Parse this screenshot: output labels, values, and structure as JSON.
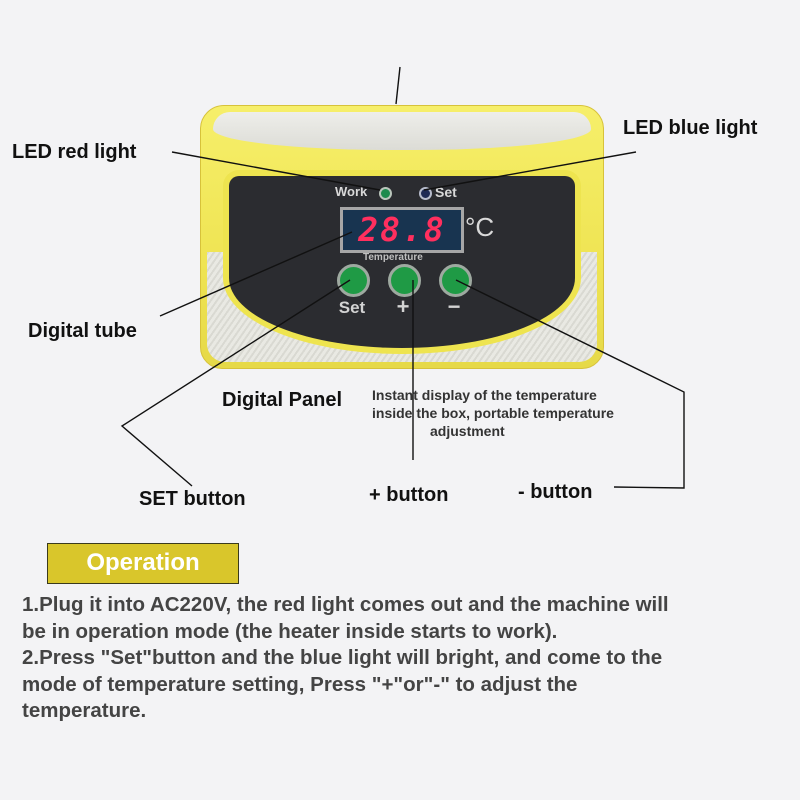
{
  "device": {
    "name": "Digital Panel",
    "panel": {
      "led_work_label": "Work",
      "led_set_label": "Set",
      "display_value": "28.8",
      "display_unit": "°C",
      "display_caption": "Temperature",
      "buttons": [
        {
          "label": "Set",
          "color": "#1f9a45"
        },
        {
          "label": "+",
          "color": "#1f9a45"
        },
        {
          "label": "−",
          "color": "#1f9a45"
        }
      ]
    },
    "colors": {
      "body": "#efe453",
      "panel": "#2b2c30",
      "display_digits": "#ff2f5e",
      "display_bg": "#183450",
      "led_work": "#1d8a4d",
      "led_set": "#1e2a55"
    }
  },
  "callouts": {
    "led_red_light": "LED red light",
    "led_blue_light": "LED blue light",
    "digital_tube": "Digital tube",
    "digital_panel": "Digital Panel",
    "set_button": "SET button",
    "plus_button": "+ button",
    "minus_button": "- button",
    "description_lines": [
      "Instant display of the temperature",
      "inside the box, portable temperature",
      "adjustment"
    ]
  },
  "operation": {
    "heading": "Operation",
    "heading_color": "#d9c62b",
    "lines": [
      "1.Plug it into AC220V, the red light comes out and the machine will",
      "be in operation mode (the heater inside starts to work).",
      "2.Press \"Set\"button and the blue light will bright, and come to the",
      "mode of temperature setting, Press \"+\"or\"-\" to adjust the",
      "temperature."
    ]
  }
}
